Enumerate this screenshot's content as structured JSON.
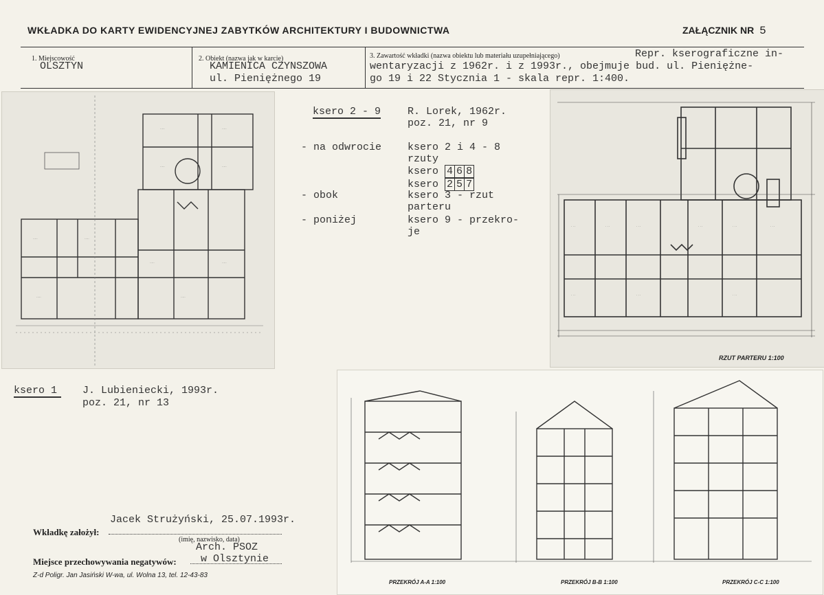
{
  "header": {
    "title": "WKŁADKA DO KARTY EWIDENCYJNEJ ZABYTKÓW ARCHITEKTURY I BUDOWNICTWA",
    "annex_label": "ZAŁĄCZNIK NR",
    "annex_number": "5"
  },
  "fields": {
    "f1_label": "1. Miejscowość",
    "f1_value": "OLSZTYN",
    "f2_label": "2. Obiekt (nazwa jak w karcie)",
    "f2_value_line1": "KAMIENICA CZYNSZOWA",
    "f2_value_line2": "ul. Pieniężnego 19",
    "f3_label": "3. Zawartość wkładki (nazwa obiektu lub materiału uzupełniającego)",
    "f3_value_line1": "Repr. kserograficzne in-",
    "f3_value_line2": "wentaryzacji z 1962r. i z 1993r., obejmuje bud. ul. Pieniężne-",
    "f3_value_line3": "go 19 i 22 Stycznia 1 - skala repr. 1:400."
  },
  "notes": {
    "ksero29_label": "ksero 2 - 9",
    "ksero29_author": "R. Lorek, 1962r.",
    "ksero29_pos": "poz. 21, nr 9",
    "reverse_label": "- na odwrocie",
    "reverse_value1": "ksero 2 i 4 - 8",
    "reverse_value2": "rzuty",
    "ksero_word": "ksero",
    "box_row1": [
      "4",
      "6",
      "8"
    ],
    "box_row2": [
      "2",
      "5",
      "7"
    ],
    "beside_label": "- obok",
    "beside_value1": "ksero 3 - rzut",
    "beside_value2": "parteru",
    "below_label": "- poniżej",
    "below_value1": "ksero 9 - przekro-",
    "below_value2": "je"
  },
  "ksero1": {
    "label": "ksero 1",
    "author": "J. Lubieniecki, 1993r.",
    "pos": "poz. 21, nr 13"
  },
  "plans": {
    "ground_floor_caption": "RZUT PARTERU 1:100",
    "section_aa": "PRZEKRÓJ A-A 1:100",
    "section_bb": "PRZEKRÓJ B-B 1:100",
    "section_cc": "PRZEKRÓJ C-C 1:100"
  },
  "footer": {
    "inserted_label": "Wkładkę założył:",
    "inserted_value": "Jacek Strużyński, 25.07.1993r.",
    "inserted_hint": "(imię, nazwisko, data)",
    "storage_label": "Miejsce przechowywania negatywów:",
    "storage_value1": "Arch. PSOZ",
    "storage_value2": "w Olsztynie",
    "printer": "Z-d Poligr. Jan Jasiński W-wa, ul. Wolna 13, tel. 12-43-83"
  }
}
